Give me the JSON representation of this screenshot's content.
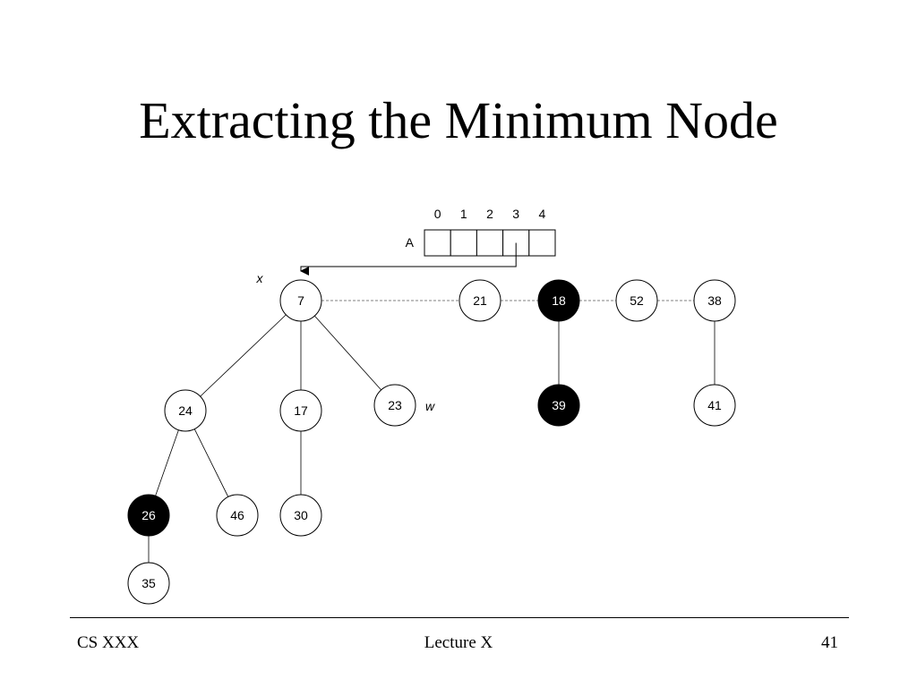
{
  "slide": {
    "title": "Extracting the Minimum Node"
  },
  "diagram": {
    "array": {
      "name": "A",
      "indices": [
        "0",
        "1",
        "2",
        "3",
        "4"
      ]
    },
    "pointer_labels": {
      "x": "x",
      "w": "w"
    },
    "nodes": [
      {
        "id": "n7",
        "key": "7",
        "marked": false
      },
      {
        "id": "n21",
        "key": "21",
        "marked": false
      },
      {
        "id": "n18",
        "key": "18",
        "marked": true
      },
      {
        "id": "n52",
        "key": "52",
        "marked": false
      },
      {
        "id": "n38",
        "key": "38",
        "marked": false
      },
      {
        "id": "n24",
        "key": "24",
        "marked": false
      },
      {
        "id": "n17",
        "key": "17",
        "marked": false
      },
      {
        "id": "n23",
        "key": "23",
        "marked": false
      },
      {
        "id": "n39",
        "key": "39",
        "marked": true
      },
      {
        "id": "n41",
        "key": "41",
        "marked": false
      },
      {
        "id": "n26",
        "key": "26",
        "marked": true
      },
      {
        "id": "n46",
        "key": "46",
        "marked": false
      },
      {
        "id": "n30",
        "key": "30",
        "marked": false
      },
      {
        "id": "n35",
        "key": "35",
        "marked": false
      }
    ],
    "tree_edges": [
      [
        "n7",
        "n24"
      ],
      [
        "n7",
        "n17"
      ],
      [
        "n7",
        "n23"
      ],
      [
        "n24",
        "n26"
      ],
      [
        "n24",
        "n46"
      ],
      [
        "n17",
        "n30"
      ],
      [
        "n26",
        "n35"
      ],
      [
        "n18",
        "n39"
      ],
      [
        "n38",
        "n41"
      ]
    ],
    "root_list_links": [
      [
        "n7",
        "n21"
      ],
      [
        "n21",
        "n18"
      ],
      [
        "n18",
        "n52"
      ],
      [
        "n52",
        "n38"
      ]
    ],
    "array_pointer": {
      "from_index": 3,
      "to": "n7"
    }
  },
  "footer": {
    "left": "CS XXX",
    "center": "Lecture X",
    "right": "41"
  }
}
